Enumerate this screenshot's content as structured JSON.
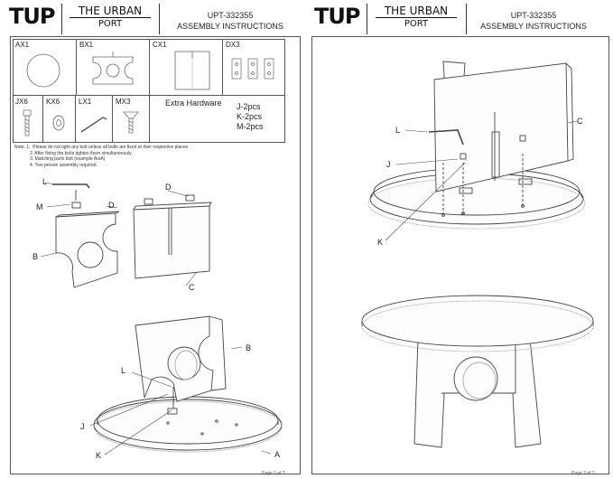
{
  "page1": {
    "logo": "TUP",
    "brand_top": "THE URBAN",
    "brand_bottom": "PORT",
    "doc_code": "UPT-332355",
    "doc_title": "ASSEMBLY INSTRUCTIONS",
    "parts": [
      {
        "label": "AX1"
      },
      {
        "label": "BX1"
      },
      {
        "label": "CX1"
      },
      {
        "label": "DX3"
      },
      {
        "label": "JX6"
      },
      {
        "label": "KX6"
      },
      {
        "label": "LX1"
      },
      {
        "label": "MX3"
      }
    ],
    "extra_hardware_title": "Extra Hardware",
    "extra_hardware": [
      "J-2pcs",
      "K-2pcs",
      "M-2pcs"
    ],
    "notes_prefix": "Note: 1.",
    "notes": [
      "Please do not tight any bolt unless all bolts are fixed at their respective places.",
      "After fixing the bolts tighten them simultaneously.",
      "Matching parts bolt (example AtoA)",
      "Two person assembly required."
    ],
    "notes_numbers": [
      "2.",
      "3.",
      "4."
    ],
    "step1_callouts": {
      "L": "L",
      "M": "M",
      "D1": "D",
      "D2": "D",
      "B": "B",
      "C": "C"
    },
    "step2_callouts": {
      "B": "B",
      "L": "L",
      "J": "J",
      "K": "K",
      "A": "A"
    },
    "page_number": "Page 1 of 2"
  },
  "page2": {
    "logo": "TUP",
    "brand_top": "THE URBAN",
    "brand_bottom": "PORT",
    "doc_code": "UPT-332355",
    "doc_title": "ASSEMBLY INSTRUCTIONS",
    "step3_callouts": {
      "L": "L",
      "J": "J",
      "K": "K",
      "C": "C"
    },
    "page_number": "Page 2 of 2"
  }
}
